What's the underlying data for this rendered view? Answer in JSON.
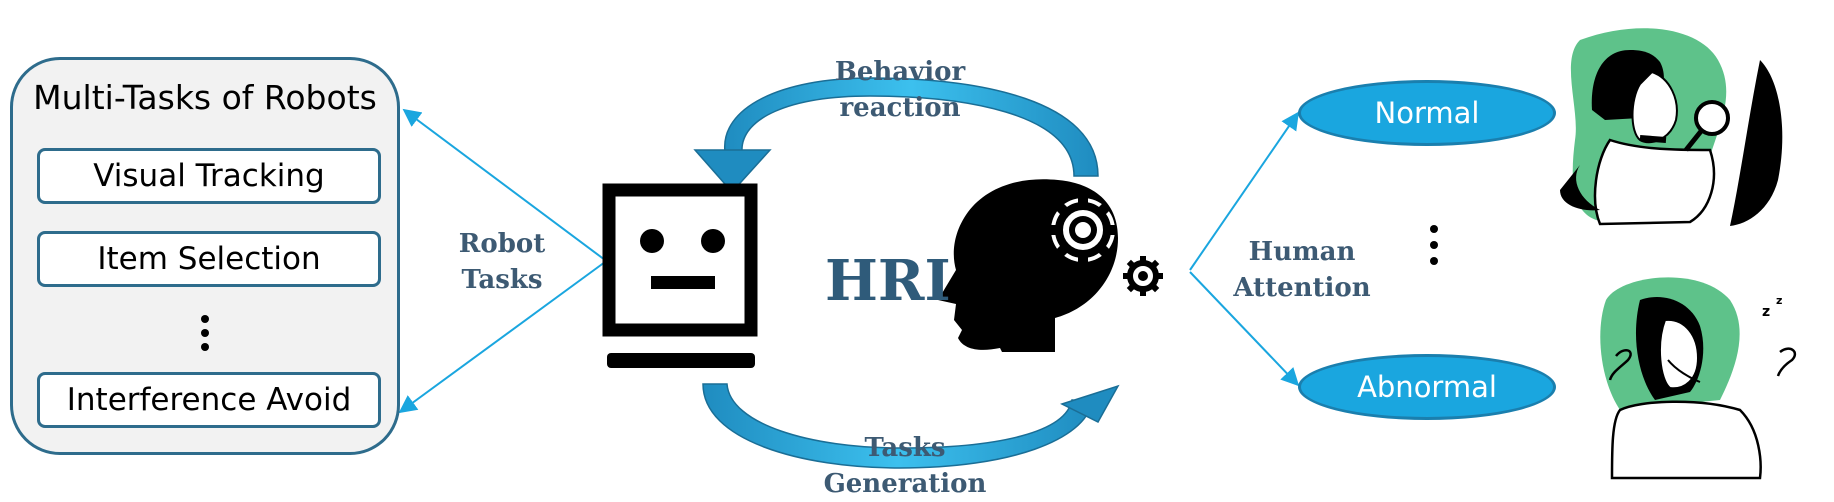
{
  "panel": {
    "title": "Multi-Tasks of Robots",
    "tasks": [
      "Visual Tracking",
      "Item Selection",
      "Interference Avoid"
    ]
  },
  "labels": {
    "robot_tasks_line1": "Robot",
    "robot_tasks_line2": "Tasks",
    "behavior_line1": "Behavior",
    "behavior_line2": "reaction",
    "tasks_gen_line1": "Tasks",
    "tasks_gen_line2": "Generation",
    "center": "HRI",
    "human_attention_line1": "Human",
    "human_attention_line2": "Attention"
  },
  "states": {
    "normal": "Normal",
    "abnormal": "Abnormal"
  },
  "icons": {
    "robot": "robot-face-icon",
    "head": "head-with-gears-icon",
    "focused_person": "focused-person-icon",
    "sleepy_person": "sleepy-person-icon"
  },
  "colors": {
    "accent_blue": "#1aa6df",
    "panel_border": "#2e6c8c",
    "label_text": "#3d5a73",
    "person_bg": "#5ec28a"
  }
}
